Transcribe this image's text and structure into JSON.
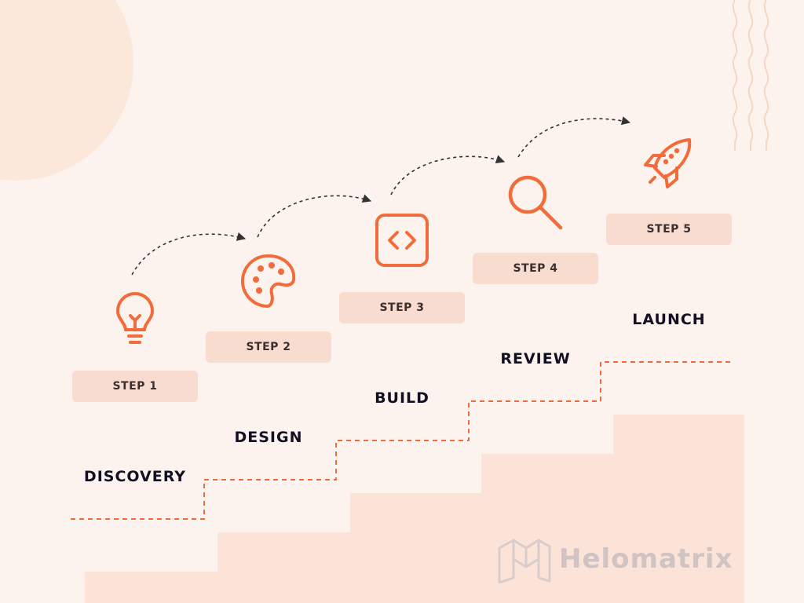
{
  "steps": [
    {
      "badge": "STEP 1",
      "name": "DISCOVERY",
      "icon": "lightbulb-icon"
    },
    {
      "badge": "STEP 2",
      "name": "DESIGN",
      "icon": "palette-icon"
    },
    {
      "badge": "STEP 3",
      "name": "BUILD",
      "icon": "code-icon"
    },
    {
      "badge": "STEP 4",
      "name": "REVIEW",
      "icon": "magnifier-icon"
    },
    {
      "badge": "STEP 5",
      "name": "LAUNCH",
      "icon": "rocket-icon"
    }
  ],
  "brand": {
    "name": "Helomatrix"
  },
  "colors": {
    "background": "#FCF3EE",
    "accent": "#F26B3A",
    "badge": "#F8DCD0",
    "stair": "#FBE3D8",
    "text": "#141024",
    "arrow": "#333333"
  }
}
